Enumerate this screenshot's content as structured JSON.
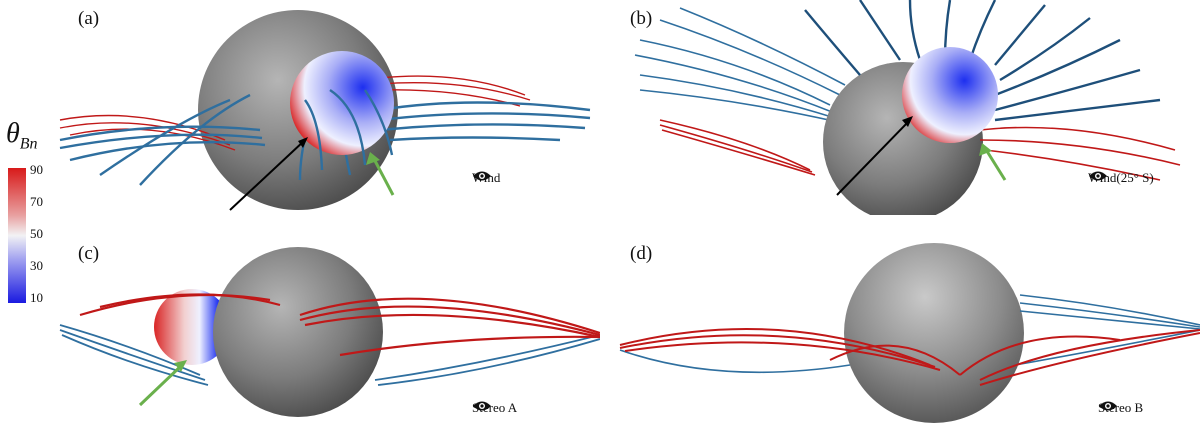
{
  "panels": [
    {
      "label": "(a)",
      "view": "Wind"
    },
    {
      "label": "(b)",
      "view": "Wind(25° S)"
    },
    {
      "label": "(c)",
      "view": "Stereo A"
    },
    {
      "label": "(d)",
      "view": "Stereo B"
    }
  ],
  "colorbar": {
    "title": "θ",
    "subscript": "Bn",
    "ticks": [
      "90",
      "70",
      "50",
      "30",
      "10"
    ]
  },
  "colors": {
    "sun": "#7a7a7a",
    "open_field": "#2f6f9f",
    "closed_field": "#c01818",
    "shock_low": "#1a1ae0",
    "shock_high": "#d81a1a",
    "arrow_black": "#000000",
    "arrow_green": "#6ab04c"
  },
  "icons": {
    "view": "eye-icon"
  }
}
